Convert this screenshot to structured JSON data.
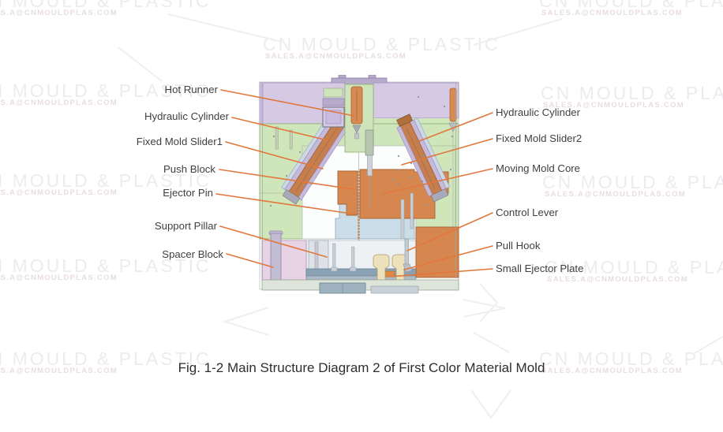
{
  "watermark": {
    "brand": "CN MOULD & PLASTIC",
    "email": "SALES.A@CNMOULDPLAS.COM"
  },
  "figure": {
    "caption": "Fig. 1-2 Main Structure Diagram 2 of First Color Material Mold",
    "labels_left": [
      "Hot Runner",
      "Hydraulic Cylinder",
      "Fixed Mold Slider1",
      "Push Block",
      "Ejector Pin",
      "Support Pillar",
      "Spacer Block"
    ],
    "labels_right": [
      "Hydraulic Cylinder",
      "Fixed Mold Slider2",
      "Moving Mold Core",
      "Control Lever",
      "Pull Hook",
      "Small Ejector Plate"
    ],
    "colors": {
      "leader_line": "#e2773b",
      "fixed_clamp_plate": "#d5c9e4",
      "mold_plate_green": "#cfe5ba",
      "slider_brown": "#c57f4e",
      "slider_rail_lavender": "#c6badb",
      "core_orange": "#d6874f",
      "core_insert_blue": "#cbdde8",
      "spacer_pink": "#e7d2e6",
      "ejector_plate_slate": "#8ba2b5",
      "pull_hook_cream": "#ece1bb"
    }
  }
}
